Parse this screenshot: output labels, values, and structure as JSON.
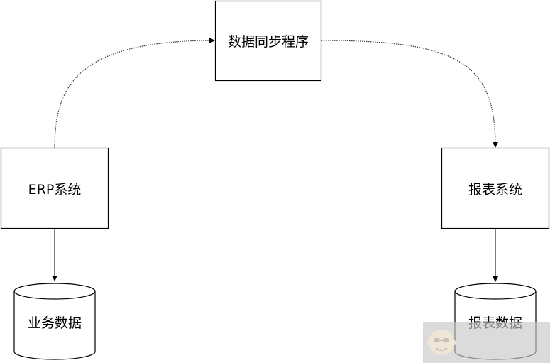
{
  "diagram": {
    "nodes": {
      "sync": {
        "label": "数据同步程序",
        "shape": "rectangle"
      },
      "erp": {
        "label": "ERP系统",
        "shape": "rectangle"
      },
      "report": {
        "label": "报表系统",
        "shape": "rectangle"
      },
      "business_data": {
        "label": "业务数据",
        "shape": "cylinder"
      },
      "report_data": {
        "label": "报表数据",
        "shape": "cylinder"
      }
    },
    "edges": [
      {
        "from": "erp",
        "to": "sync",
        "style": "dotted",
        "arrow": "end"
      },
      {
        "from": "sync",
        "to": "report",
        "style": "dotted",
        "arrow": "end"
      },
      {
        "from": "erp",
        "to": "business_data",
        "style": "solid",
        "arrow": "end"
      },
      {
        "from": "report",
        "to": "report_data",
        "style": "solid",
        "arrow": "end"
      }
    ],
    "colors": {
      "stroke": "#000000",
      "fill": "#ffffff",
      "watermark": "#c8c8c8"
    }
  },
  "watermark": {
    "icon": "monkey-face-icon"
  }
}
